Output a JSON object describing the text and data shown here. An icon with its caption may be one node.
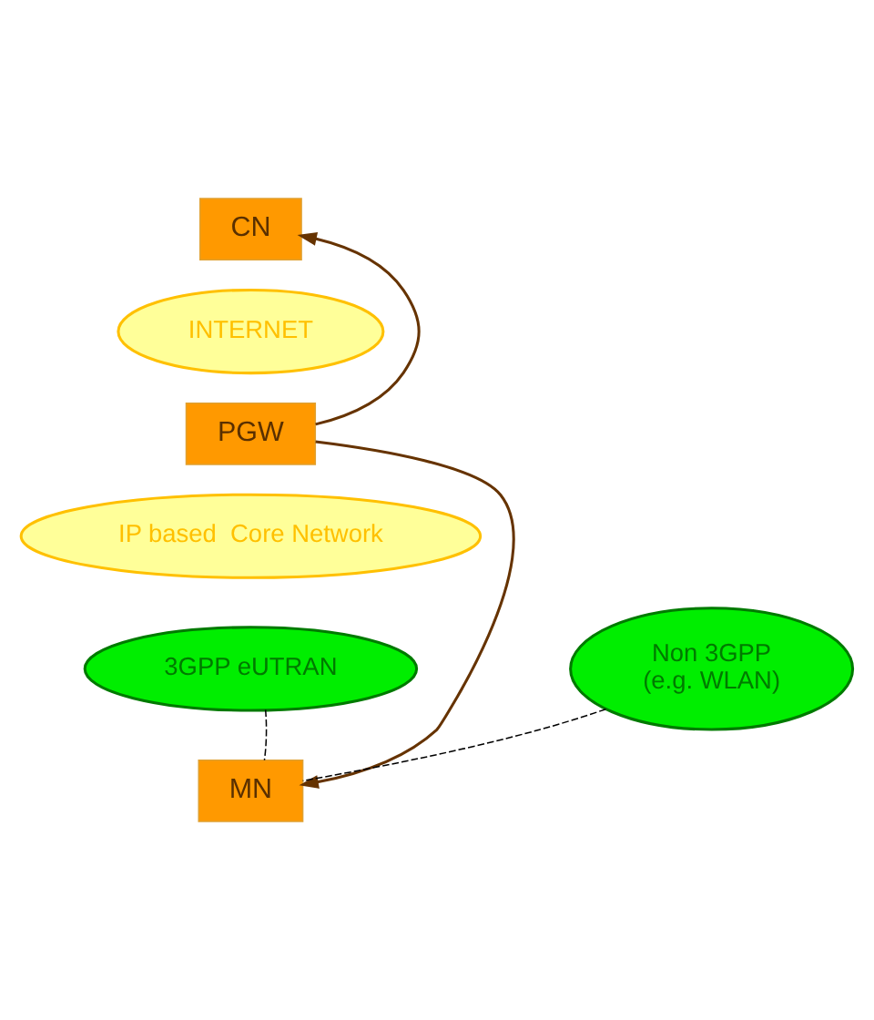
{
  "diagram": {
    "nodes": [
      {
        "text": [
          "CN"
        ]
      },
      {
        "text": [
          "INTERNET"
        ]
      },
      {
        "text": [
          "PGW"
        ]
      },
      {
        "text": [
          "IP based  Core Network"
        ]
      },
      {
        "text": [
          "3GPP eUTRAN"
        ]
      },
      {
        "text": [
          "Non 3GPP",
          "(e.g. WLAN)"
        ]
      },
      {
        "text": [
          "MN"
        ]
      }
    ],
    "edges": [
      {
        "from": 2,
        "to": 0,
        "arrow": "to"
      },
      {
        "from": 2,
        "to": 6,
        "arrow": "to"
      },
      {
        "from": 4,
        "to": 6,
        "arrow": "none",
        "style": "dashed",
        "color": "#000000"
      },
      {
        "from": 5,
        "to": 6,
        "arrow": "none",
        "style": "dashed",
        "color": "#000000"
      }
    ]
  }
}
